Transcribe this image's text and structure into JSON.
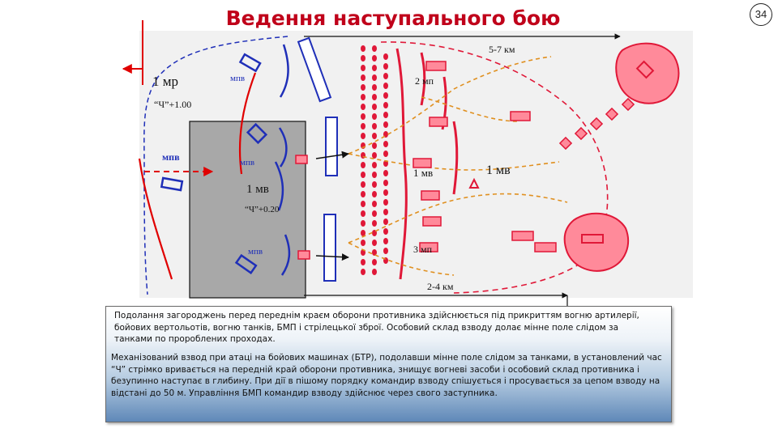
{
  "title": "Ведення наступального бою",
  "page_number": "34",
  "labels": {
    "unit_mr": "1 мр",
    "time_h1": "“Ч”+1.00",
    "mpv_1": "мпв",
    "mpv_2": "мпв",
    "mpv_3": "мпв",
    "mpv_4": "мпв",
    "mv_left": "1 мв",
    "time_h2": "“Ч”+0.20",
    "depth_far": "5-7 км",
    "depth_near": "2-4 км",
    "enemy_2mp": "2 мп",
    "enemy_1mv_a": "1 мв",
    "enemy_1mv_b": "1 мв",
    "enemy_3mp": "3 мп"
  },
  "colors": {
    "friendly": "#1f2fb8",
    "enemy": "#e01838",
    "enemy_fill": "#ff8a9a",
    "arrow": "#e00000",
    "advance_path": "#e09020",
    "highlight_box": "#a8a8a8"
  },
  "text": {
    "paragraph1": "Подолання загороджень перед переднім краєм оборони противника здійснюється під прикриттям вогню артилерії, бойових вертольотів, вогню танків, БМП і стрілецької зброї. Особовий склад взводу долає мінне поле слідом за танками по пророблених проходах.",
    "paragraph2": "Механізований взвод при атаці на бойових машинах (БТР), подолавши мінне поле слідом за танками, в установлений час “Ч” стрімко вривається на передній край оборони противника, знищує вогневі засоби і особовий склад противника і безупинно наступає в глибину. При дії в пішому порядку командир взводу спішується і просувається за цепом взводу на відстані до 50 м. Управління БМП командир взводу здійснює через свого заступника."
  }
}
